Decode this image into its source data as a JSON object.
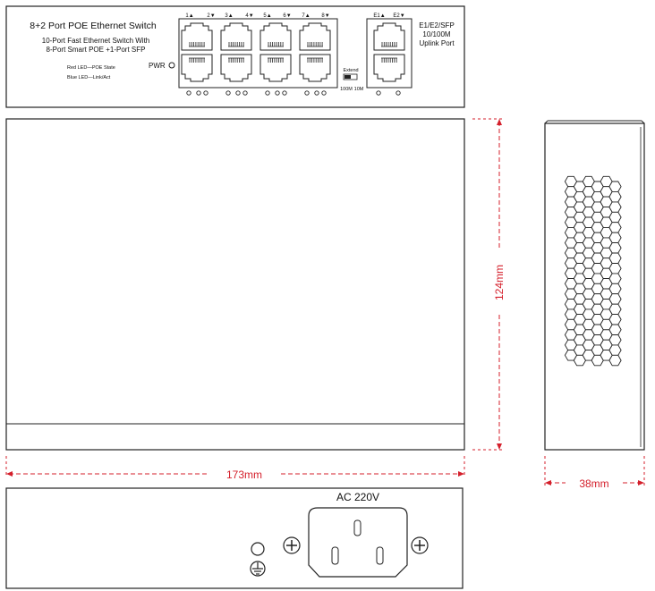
{
  "front_panel": {
    "title": "8+2 Port POE Ethernet Switch",
    "desc_line1": "10-Port Fast Ethernet Switch With",
    "desc_line2": "8-Port Smart POE +1-Port SFP",
    "led_red": "Red LED—POE State",
    "led_blue": "Blue LED—Link/Act",
    "pwr_label": "PWR",
    "port_labels": [
      "1▲",
      "2▼",
      "3▲",
      "4▼",
      "5▲",
      "6▼",
      "7▲",
      "8▼"
    ],
    "switch_label": "Extend",
    "switch_left": "100M",
    "switch_right": "10M",
    "uplink_labels": [
      "E1▲",
      "E2▼"
    ],
    "uplink_line1": "E1/E2/SFP",
    "uplink_line2": "10/100M",
    "uplink_line3": "Uplink Port"
  },
  "dimensions": {
    "height": "124mm",
    "width": "173mm",
    "depth": "38mm"
  },
  "rear_panel": {
    "power_label": "AC 220V"
  },
  "colors": {
    "dimension": "#d41f2b",
    "outline": "#222222"
  }
}
